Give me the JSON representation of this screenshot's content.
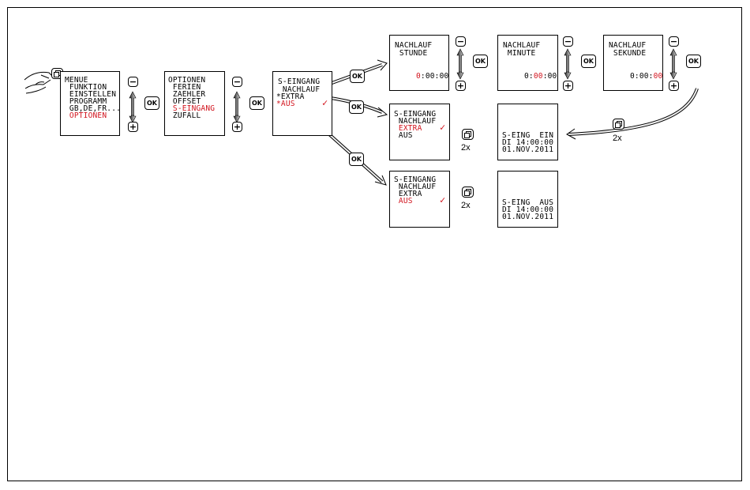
{
  "colors": {
    "accent": "#d2141e",
    "ink": "#000000",
    "paper": "#ffffff"
  },
  "icons": {
    "hand": "pointing-hand-icon",
    "scroll": "scroll-arrow-icon",
    "menu": "menu-key-icon",
    "check": "checkmark-icon"
  },
  "buttons": {
    "ok": "OK",
    "minus": "−",
    "plus": "+"
  },
  "s1": {
    "l1": "MENUE",
    "l2": " FUNKTION",
    "l3": " EINSTELLEN",
    "l4": " PROGRAMM",
    "l5": " GB,DE,FR...",
    "l6": " OPTIONEN"
  },
  "s2": {
    "l1": "OPTIONEN",
    "l2": " FERIEN",
    "l3": " ZAEHLER",
    "l4": " OFFSET",
    "l5": " S-EINGANG",
    "l6": " ZUFALL"
  },
  "s3": {
    "l1": "S-EINGANG",
    "l2": " NACHLAUF",
    "l3": "*EXTRA",
    "l4": "*AUS"
  },
  "s4": {
    "l1": "NACHLAUF",
    "l2": " STUNDE",
    "t_red": "0",
    "t_rest": ":00:00"
  },
  "s5": {
    "l1": "NACHLAUF",
    "l2": " MINUTE",
    "t_a": "0:",
    "t_red": "00",
    "t_b": ":00"
  },
  "s6": {
    "l1": "NACHLAUF",
    "l2": " SEKUNDE",
    "t_a": "0:00:",
    "t_red": "00"
  },
  "s7": {
    "l1": "S-EINGANG",
    "l2": " NACHLAUF",
    "l3": " EXTRA",
    "l4": " AUS"
  },
  "s8": {
    "l1": "S-EING  EIN",
    "l2": "DI 14:00:00",
    "l3": "01.NOV.2011"
  },
  "s9": {
    "l1": "S-EINGANG",
    "l2": " NACHLAUF",
    "l3": " EXTRA",
    "l4": " AUS"
  },
  "s10": {
    "l1": "S-EING  AUS",
    "l2": "DI 14:00:00",
    "l3": "01.NOV.2011"
  },
  "labels": {
    "twox_a": "2x",
    "twox_b": "2x",
    "twox_c": "2x"
  }
}
